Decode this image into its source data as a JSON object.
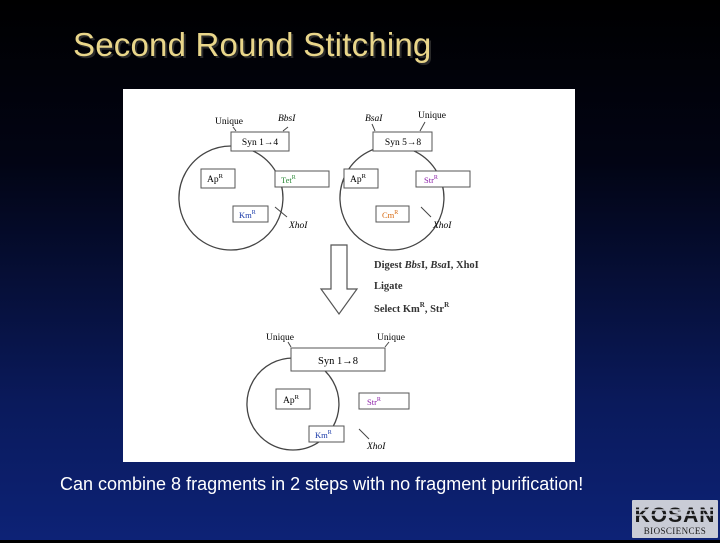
{
  "slide": {
    "title": "Second Round Stitching",
    "caption": "Can combine 8 fragments in 2 steps with no fragment purification!"
  },
  "left_plasmid": {
    "unique_label": "Unique",
    "site_label": "BbsI",
    "insert_label": "Syn 1→4",
    "ap": {
      "base": "Ap",
      "sup": "R"
    },
    "marker": {
      "base": "Tet",
      "sup": "R",
      "color": "#2e8b3a"
    },
    "km": {
      "base": "Km",
      "sup": "R",
      "color": "#1a3aa8"
    },
    "xho_label": "XhoI"
  },
  "right_plasmid": {
    "site_label": "BsaI",
    "unique_label": "Unique",
    "insert_label": "Syn 5→8",
    "ap": {
      "base": "Ap",
      "sup": "R"
    },
    "marker": {
      "base": "Str",
      "sup": "R",
      "color": "#8b1ea8"
    },
    "cm": {
      "base": "Cm",
      "sup": "R",
      "color": "#d86a10"
    },
    "xho_label": "XhoI"
  },
  "steps": {
    "digest_prefix": "Digest ",
    "digest_bbs": "Bbs",
    "digest_i1": "I, ",
    "digest_bsa": "Bsa",
    "digest_i2": "I, XhoI",
    "ligate": "Ligate",
    "select_prefix": "Select Km",
    "select_sup1": "R",
    "select_mid": ", Str",
    "select_sup2": "R"
  },
  "result_plasmid": {
    "unique_left": "Unique",
    "unique_right": "Unique",
    "insert_label": "Syn 1→8",
    "ap": {
      "base": "Ap",
      "sup": "R"
    },
    "marker": {
      "base": "Str",
      "sup": "R",
      "color": "#8b1ea8"
    },
    "km": {
      "base": "Km",
      "sup": "R",
      "color": "#1a3aa8"
    },
    "xho_label": "XhoI"
  },
  "logo": {
    "name": "KOSAN",
    "sub": "BIOSCIENCES"
  },
  "colors": {
    "title": "#e9d68a",
    "caption": "#ffffff",
    "panel": "#ffffff",
    "background_bottom": "#0d2276"
  }
}
